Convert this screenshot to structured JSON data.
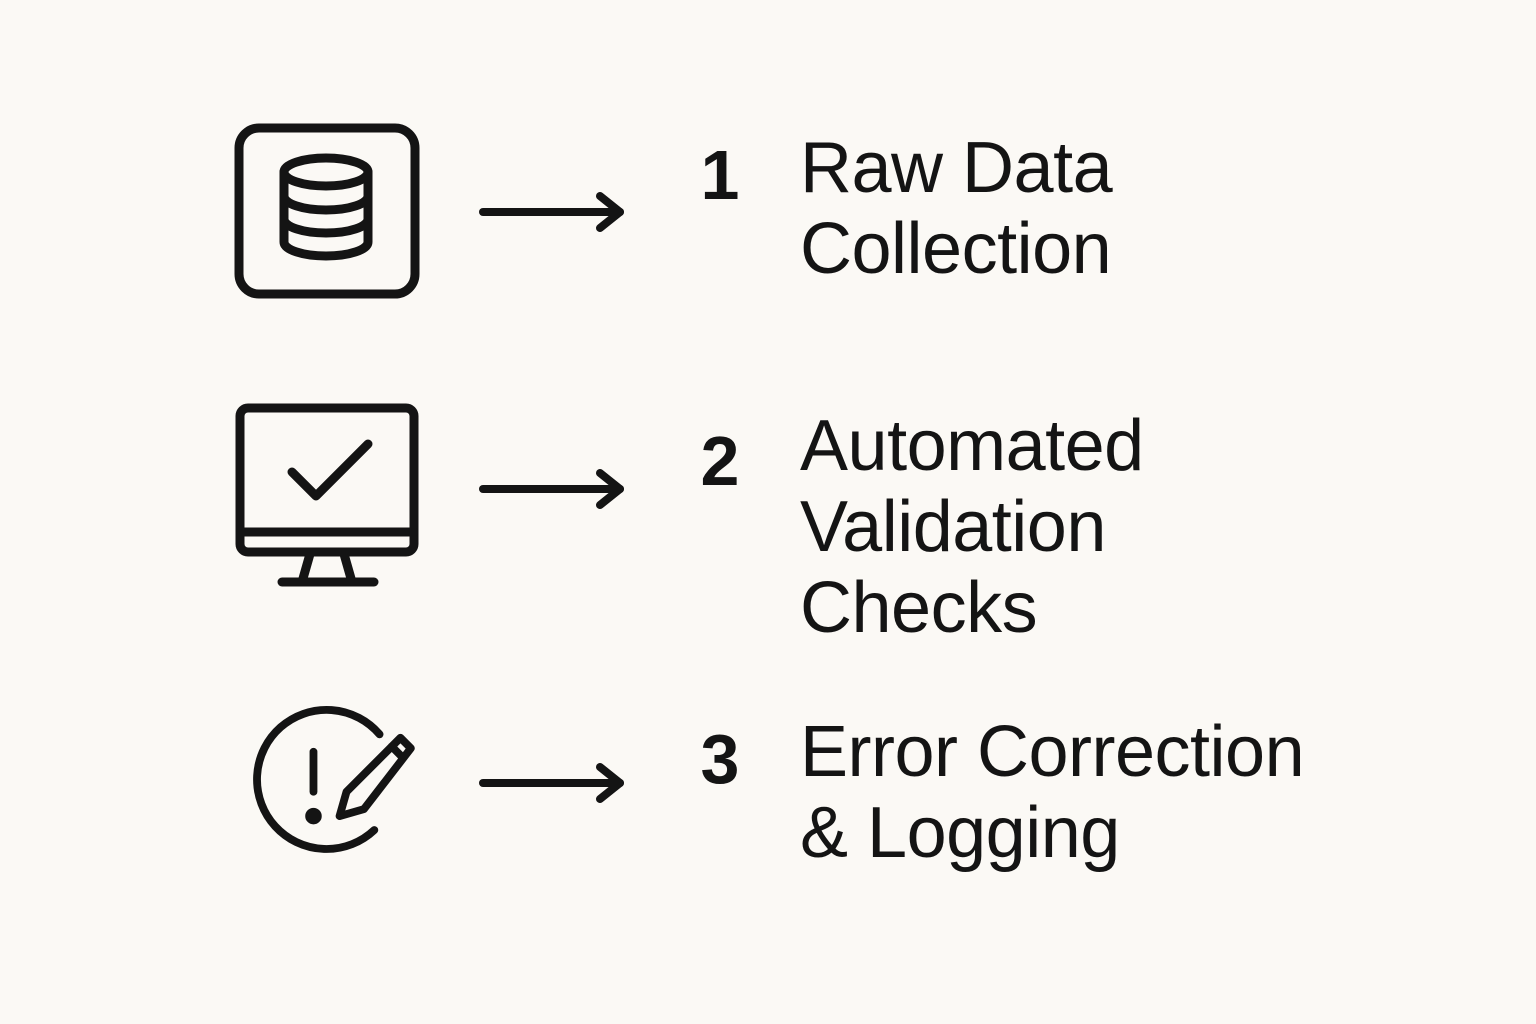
{
  "steps": [
    {
      "number": "1",
      "icon": "database-icon",
      "label_lines": [
        "Raw Data",
        "Collection"
      ]
    },
    {
      "number": "2",
      "icon": "monitor-checkmark-icon",
      "label_lines": [
        "Automated",
        "Validation",
        "Checks"
      ]
    },
    {
      "number": "3",
      "icon": "alert-edit-icon",
      "label_lines": [
        "Error Correction",
        "& Logging"
      ]
    }
  ],
  "colors": {
    "background": "#fbf9f5",
    "ink": "#141414"
  }
}
